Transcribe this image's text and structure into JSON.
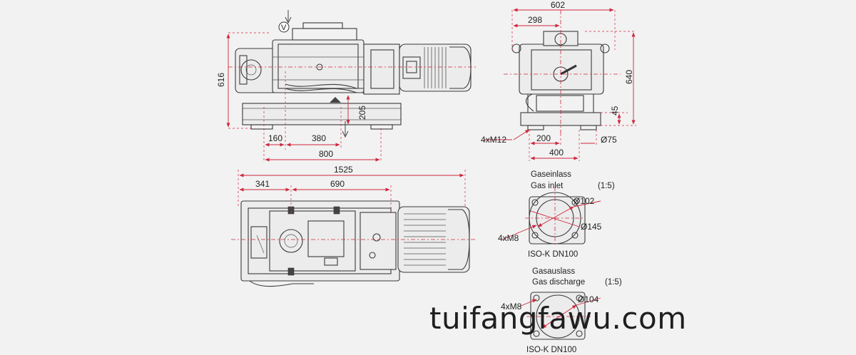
{
  "dims": {
    "side_height": "616",
    "side_base_width": "160",
    "side_mid_width": "380",
    "side_total_width": "800",
    "side_inlet_height": "205",
    "front_total_width": "602",
    "front_partial_width": "298",
    "front_height": "640",
    "front_foot_height": "45",
    "front_bolts": "4xM12",
    "front_bolt_spacing": "200",
    "front_base_width": "400",
    "front_foot_dia": "Ø75",
    "top_total_length": "1525",
    "top_left": "341",
    "top_mid": "690"
  },
  "inlet": {
    "title_de": "Gaseinlass",
    "title_en": "Gas inlet",
    "scale": "(1:5)",
    "dia_inner": "Ø102",
    "dia_outer": "Ø145",
    "bolts": "4xM8",
    "flange": "ISO-K DN100"
  },
  "discharge": {
    "title_de": "Gasauslass",
    "title_en": "Gas discharge",
    "scale": "(1:5)",
    "dia_inner": "Ø104",
    "bolts": "4xM8",
    "flange": "ISO-K DN100"
  },
  "markers": {
    "inlet_symbol": "V"
  },
  "watermark": "tuifangfawu.com",
  "colors": {
    "background": "#f2f2f2",
    "dimension": "#d0263d",
    "outline": "#3a3a3a"
  }
}
